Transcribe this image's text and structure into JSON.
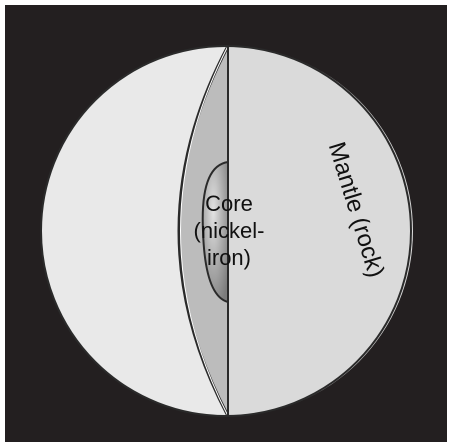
{
  "diagram": {
    "core_label_lines": [
      "Core",
      "(nickel-",
      "iron)"
    ],
    "mantle_label": "Mantle (rock)"
  },
  "colors": {
    "background": "#231f20",
    "outer_hemisphere": "#e9e9e9",
    "cut_face": "#dadada",
    "curved_wall": "#bcbcbc",
    "core_light": "#e3e3e3",
    "core_mid": "#a9a9a9",
    "core_dark": "#7c7c7c",
    "outline": "#2a2a2a"
  }
}
